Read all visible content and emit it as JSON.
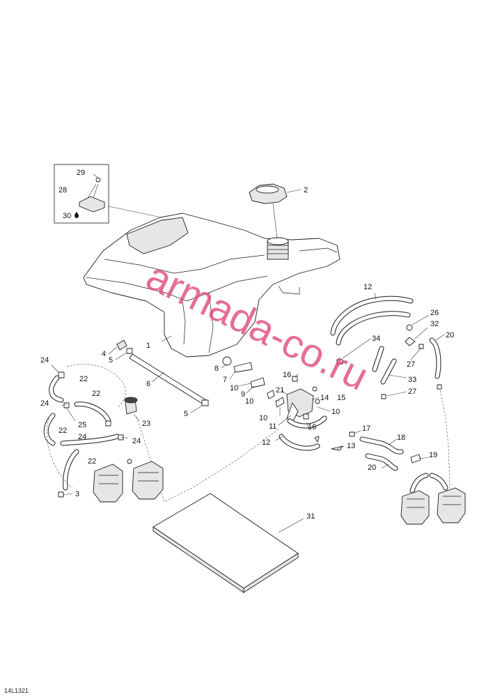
{
  "diagram": {
    "drawing_code": "14L1321",
    "watermark": "armada-co.ru",
    "callouts": [
      {
        "id": "c29",
        "text": "29"
      },
      {
        "id": "c28",
        "text": "28"
      },
      {
        "id": "c30",
        "text": "30"
      },
      {
        "id": "c2",
        "text": "2"
      },
      {
        "id": "c1",
        "text": "1"
      },
      {
        "id": "c12a",
        "text": "12"
      },
      {
        "id": "c26",
        "text": "26"
      },
      {
        "id": "c32",
        "text": "32"
      },
      {
        "id": "c20a",
        "text": "20"
      },
      {
        "id": "c34",
        "text": "34"
      },
      {
        "id": "c27a",
        "text": "27"
      },
      {
        "id": "c33",
        "text": "33"
      },
      {
        "id": "c27b",
        "text": "27"
      },
      {
        "id": "c4",
        "text": "4"
      },
      {
        "id": "c5a",
        "text": "5"
      },
      {
        "id": "c6",
        "text": "6"
      },
      {
        "id": "c5b",
        "text": "5"
      },
      {
        "id": "c8",
        "text": "8"
      },
      {
        "id": "c7",
        "text": "7"
      },
      {
        "id": "c10a",
        "text": "10"
      },
      {
        "id": "c9",
        "text": "9"
      },
      {
        "id": "c10b",
        "text": "10"
      },
      {
        "id": "c21",
        "text": "21"
      },
      {
        "id": "c10c",
        "text": "10"
      },
      {
        "id": "c16a",
        "text": "16"
      },
      {
        "id": "c14",
        "text": "14"
      },
      {
        "id": "c15",
        "text": "15"
      },
      {
        "id": "c10d",
        "text": "10"
      },
      {
        "id": "c11",
        "text": "11"
      },
      {
        "id": "c16b",
        "text": "16"
      },
      {
        "id": "c12b",
        "text": "12"
      },
      {
        "id": "c13",
        "text": "13"
      },
      {
        "id": "c17",
        "text": "17"
      },
      {
        "id": "c18",
        "text": "18"
      },
      {
        "id": "c19",
        "text": "19"
      },
      {
        "id": "c20b",
        "text": "20"
      },
      {
        "id": "c24a",
        "text": "24"
      },
      {
        "id": "c22a",
        "text": "22"
      },
      {
        "id": "c22b",
        "text": "22"
      },
      {
        "id": "c24b",
        "text": "24"
      },
      {
        "id": "c25",
        "text": "25"
      },
      {
        "id": "c22c",
        "text": "22"
      },
      {
        "id": "c24c",
        "text": "24"
      },
      {
        "id": "c22d",
        "text": "22"
      },
      {
        "id": "c23",
        "text": "23"
      },
      {
        "id": "c24d",
        "text": "24"
      },
      {
        "id": "c3",
        "text": "3"
      },
      {
        "id": "c31",
        "text": "31"
      }
    ]
  }
}
